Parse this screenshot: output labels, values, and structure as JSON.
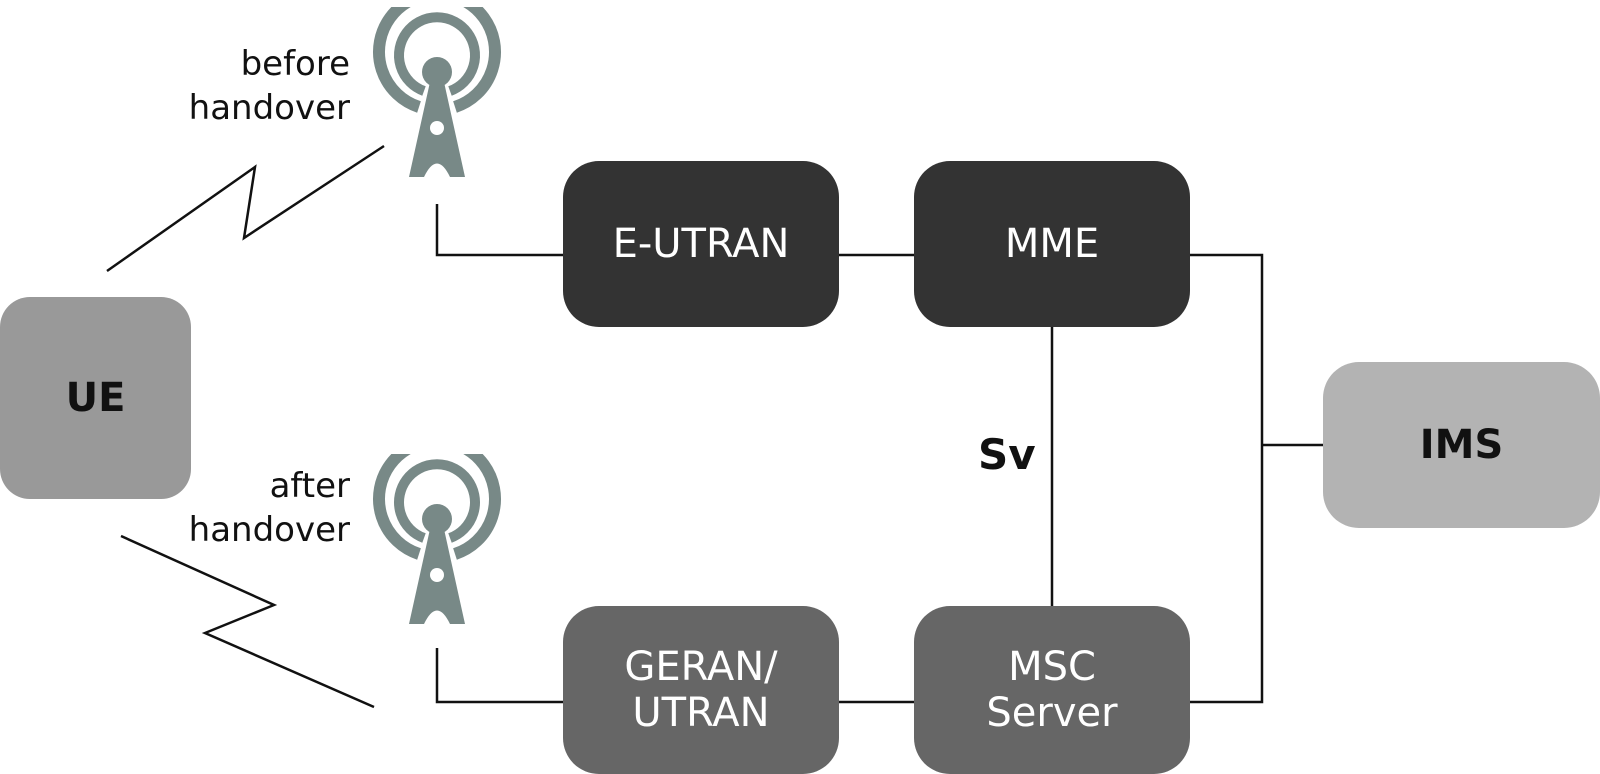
{
  "nodes": {
    "eutran": {
      "label": "E-UTRAN"
    },
    "mme": {
      "label": "MME"
    },
    "geran_utran": {
      "line1": "GERAN/",
      "line2": "UTRAN"
    },
    "msc_server": {
      "line1": "MSC",
      "line2": "Server"
    },
    "ue": {
      "label": "UE"
    },
    "ims": {
      "label": "IMS"
    }
  },
  "captions": {
    "before_handover": {
      "line1": "before",
      "line2": "handover"
    },
    "after_handover": {
      "line1": "after",
      "line2": "handover"
    }
  },
  "interface_label": "Sv",
  "icons": {
    "antenna_before": "radio-tower-icon",
    "antenna_after": "radio-tower-icon"
  },
  "colors": {
    "core_dark": "#333333",
    "access_mid": "#666666",
    "ue_gray": "#999999",
    "ims_light": "#b3b3b3",
    "tower": "#788987",
    "line": "#111111"
  }
}
